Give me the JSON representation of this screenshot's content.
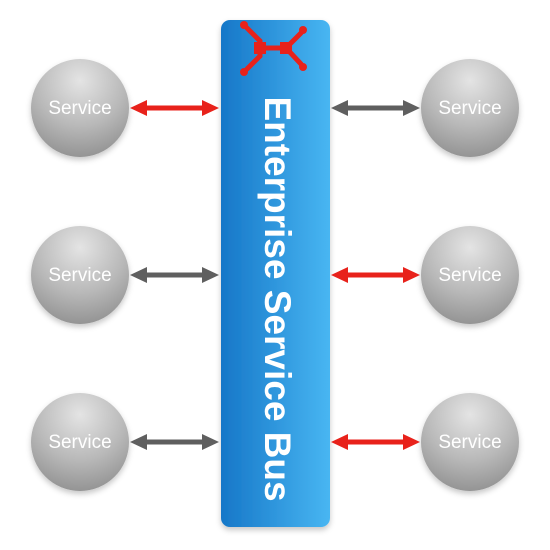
{
  "bus": {
    "label": "Enterprise Service Bus",
    "icon": "network-hub-icon",
    "fill_top": "#48b6f2",
    "fill_bottom": "#1677c8",
    "icon_color": "#e8221b"
  },
  "services": [
    {
      "label": "Service",
      "side": "left",
      "row": 1,
      "connector": "red"
    },
    {
      "label": "Service",
      "side": "left",
      "row": 2,
      "connector": "gray"
    },
    {
      "label": "Service",
      "side": "left",
      "row": 3,
      "connector": "gray"
    },
    {
      "label": "Service",
      "side": "right",
      "row": 1,
      "connector": "gray"
    },
    {
      "label": "Service",
      "side": "right",
      "row": 2,
      "connector": "red"
    },
    {
      "label": "Service",
      "side": "right",
      "row": 3,
      "connector": "red"
    }
  ],
  "colors": {
    "red": "#e8221b",
    "gray": "#5f5f5f",
    "service_light": "#dcdcdc",
    "service_dark": "#8f8f8f"
  }
}
